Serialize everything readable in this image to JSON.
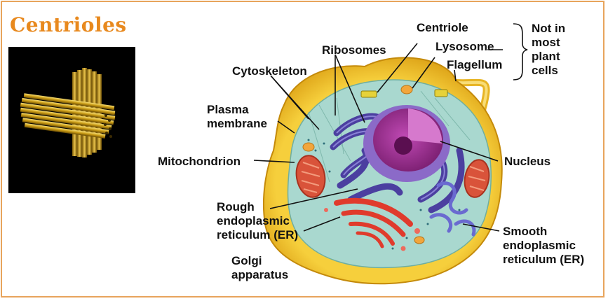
{
  "title": "Centrioles",
  "note": [
    "Not in",
    "most",
    "plant",
    "cells"
  ],
  "labels": {
    "centriole": "Centriole",
    "lysosome": "Lysosome",
    "flagellum": "Flagellum",
    "ribosomes": "Ribosomes",
    "cytoskeleton": "Cytoskeleton",
    "plasma_membrane": [
      "Plasma",
      "membrane"
    ],
    "mitochondrion": "Mitochondrion",
    "nucleus": "Nucleus",
    "rough_er": [
      "Rough",
      "endoplasmic",
      "reticulum (ER)"
    ],
    "golgi": [
      "Golgi",
      "apparatus"
    ],
    "smooth_er": [
      "Smooth",
      "endoplasmic",
      "reticulum (ER)"
    ]
  },
  "colors": {
    "accent": "#e8891e",
    "frame": "#e8a45c",
    "membrane": "#f2c12e",
    "cytoplasm": "#a9d8cf",
    "nucleus": "#a8319b",
    "er": "#4b3fa0",
    "golgi": "#e03b2c"
  }
}
